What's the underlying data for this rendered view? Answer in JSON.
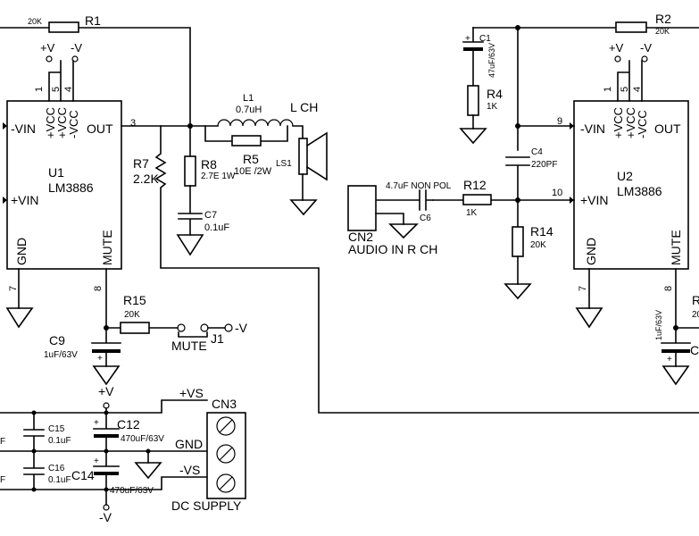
{
  "u1": {
    "ref": "U1",
    "part": "LM3886",
    "pin_minus_in": "-VIN",
    "pin_plus_in": "+VIN",
    "pin_out": "OUT",
    "pin_vcc_pos": "+VCC",
    "pin_vcc_pos2": "+VCC",
    "pin_vcc_neg": "-VCC",
    "pin_gnd": "GND",
    "pin_mute": "MUTE",
    "num_out": "3",
    "num_gnd": "7",
    "num_mute": "8",
    "num_1": "1",
    "num_5": "5",
    "num_4": "4"
  },
  "u2": {
    "ref": "U2",
    "part": "LM3886",
    "pin_minus_in": "-VIN",
    "pin_plus_in": "+VIN",
    "pin_out": "OUT",
    "pin_vcc_pos": "+VCC",
    "pin_vcc_pos2": "+VCC",
    "pin_vcc_neg": "-VCC",
    "pin_gnd": "GND",
    "pin_mute": "MUTE",
    "num_minus": "9",
    "num_plus": "10",
    "num_gnd": "7",
    "num_mute": "8",
    "num_1": "1",
    "num_5": "5",
    "num_4": "4"
  },
  "rails": {
    "pos": "+V",
    "neg": "-V"
  },
  "r1": {
    "ref": "R1",
    "value": "20K"
  },
  "r2": {
    "ref": "R2",
    "value": "20K"
  },
  "l1": {
    "ref": "L1",
    "value": "0.7uH"
  },
  "r5": {
    "ref": "R5",
    "value": "10E /2W"
  },
  "r7": {
    "ref": "R7",
    "value": "2.2K"
  },
  "r8": {
    "ref": "R8",
    "value": "2.7E 1W"
  },
  "c7": {
    "ref": "C7",
    "value": "0.1uF"
  },
  "ls1": {
    "ref": "LS1",
    "label": "L  CH"
  },
  "r15": {
    "ref": "R15",
    "value": "20K"
  },
  "c9": {
    "ref": "C9",
    "value": "1uF/63V"
  },
  "j1": {
    "ref": "J1",
    "label": "MUTE",
    "pin": "-V"
  },
  "c1": {
    "ref": "C1",
    "value": "47uF/63V"
  },
  "r4": {
    "ref": "R4",
    "value": "1K"
  },
  "c4": {
    "ref": "C4",
    "value": "220PF"
  },
  "r12": {
    "ref": "R12",
    "value": "1K"
  },
  "c6": {
    "ref": "C6",
    "value": "4.7uF NON POL"
  },
  "r14": {
    "ref": "R14",
    "value": "20K"
  },
  "cn2": {
    "ref": "CN2",
    "label": "AUDIO IN R CH"
  },
  "right_partial": {
    "ref_fragment": "R",
    "value_fragment": "20",
    "cap_value": "1uF/63V",
    "cap_fragment": "C"
  },
  "cn3": {
    "ref": "CN3",
    "pin_pos": "+VS",
    "pin_gnd": "GND",
    "pin_neg": "-VS",
    "label": "DC SUPPLY"
  },
  "c15": {
    "ref": "C15",
    "value": "0.1uF"
  },
  "c16": {
    "ref": "C16",
    "value": "0.1uF"
  },
  "c12": {
    "ref": "C12",
    "value": "470uF/63V"
  },
  "c14": {
    "ref": "C14",
    "value": "470uF/63V"
  },
  "edge": {
    "frag_top": "F",
    "frag_bottom": "F"
  }
}
